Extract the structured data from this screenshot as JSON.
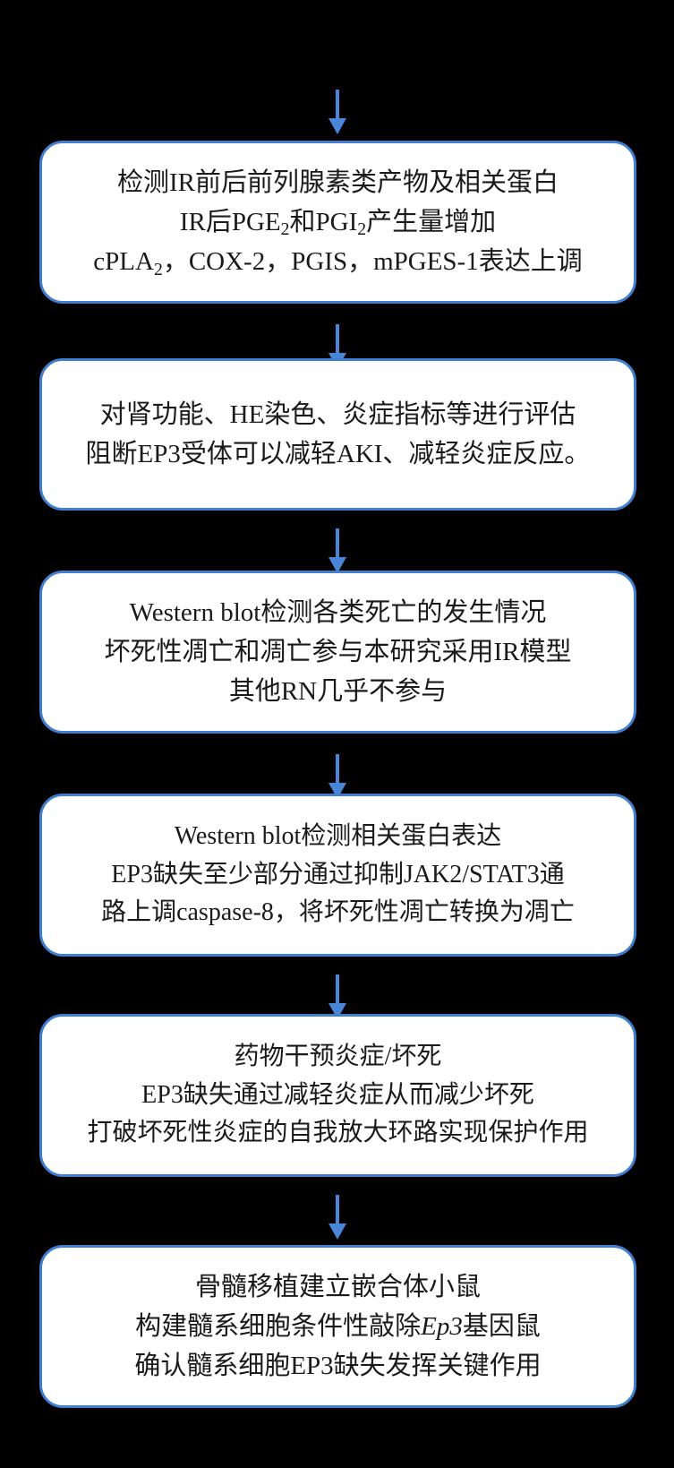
{
  "chart_data": {
    "type": "diagram",
    "subtype": "vertical-flowchart",
    "title": "",
    "orientation": "top-to-bottom",
    "node_count": 6,
    "connector_count": 6,
    "connector_type": "down-arrow",
    "colors": {
      "background": "#000000",
      "node_fill": "#ffffff",
      "node_border": "#3f7fd0",
      "arrow": "#4a86d8",
      "text": "#1a1a1a"
    },
    "nodes": [
      {
        "id": 1,
        "lines": [
          "检测IR前后前列腺素类产物及相关蛋白",
          "IR后PGE2和PGI2产生量增加",
          "cPLA2，COX-2，PGIS，mPGES-1表达上调"
        ]
      },
      {
        "id": 2,
        "lines": [
          "对肾功能、HE染色、炎症指标等进行评估",
          "阻断EP3受体可以减轻AKI、减轻炎症反应。"
        ]
      },
      {
        "id": 3,
        "lines": [
          "Western blot检测各类死亡的发生情况",
          "坏死性凋亡和凋亡参与本研究采用IR模型",
          "其他RN几乎不参与"
        ]
      },
      {
        "id": 4,
        "lines": [
          "Western blot检测相关蛋白表达",
          "EP3缺失至少部分通过抑制JAK2/STAT3通",
          "路上调caspase-8，将坏死性凋亡转换为凋亡"
        ]
      },
      {
        "id": 5,
        "lines": [
          "药物干预炎症/坏死",
          "EP3缺失通过减轻炎症从而减少坏死",
          "打破坏死性炎症的自我放大环路实现保护作用"
        ]
      },
      {
        "id": 6,
        "lines": [
          "骨髓移植建立嵌合体小鼠",
          "构建髓系细胞条件性敲除Ep3基因鼠",
          "确认髓系细胞EP3缺失发挥关键作用"
        ]
      }
    ]
  },
  "flowchart": {
    "arrow_icon": "down-arrow-icon",
    "node1": {
      "line1": "检测IR前后前列腺素类产物及相关蛋白",
      "line2_a": "IR后PGE",
      "line2_sub1": "2",
      "line2_b": "和PGI",
      "line2_sub2": "2",
      "line2_c": "产生量增加",
      "line3_a": "cPLA",
      "line3_sub1": "2",
      "line3_b": "，COX-2，PGIS，mPGES-1表达上调"
    },
    "node2": {
      "line1": "对肾功能、HE染色、炎症指标等进行评估",
      "line2": "阻断EP3受体可以减轻AKI、减轻炎症反应。"
    },
    "node3": {
      "line1": "Western blot检测各类死亡的发生情况",
      "line2": "坏死性凋亡和凋亡参与本研究采用IR模型",
      "line3": "其他RN几乎不参与"
    },
    "node4": {
      "line1": "Western blot检测相关蛋白表达",
      "line2": "EP3缺失至少部分通过抑制JAK2/STAT3通",
      "line3": "路上调caspase-8，将坏死性凋亡转换为凋亡"
    },
    "node5": {
      "line1": "药物干预炎症/坏死",
      "line2": "EP3缺失通过减轻炎症从而减少坏死",
      "line3": "打破坏死性炎症的自我放大环路实现保护作用"
    },
    "node6": {
      "line1": "骨髓移植建立嵌合体小鼠",
      "line2_a": "构建髓系细胞条件性敲除",
      "line2_gene": "Ep3",
      "line2_b": "基因鼠",
      "line3": "确认髓系细胞EP3缺失发挥关键作用"
    }
  }
}
